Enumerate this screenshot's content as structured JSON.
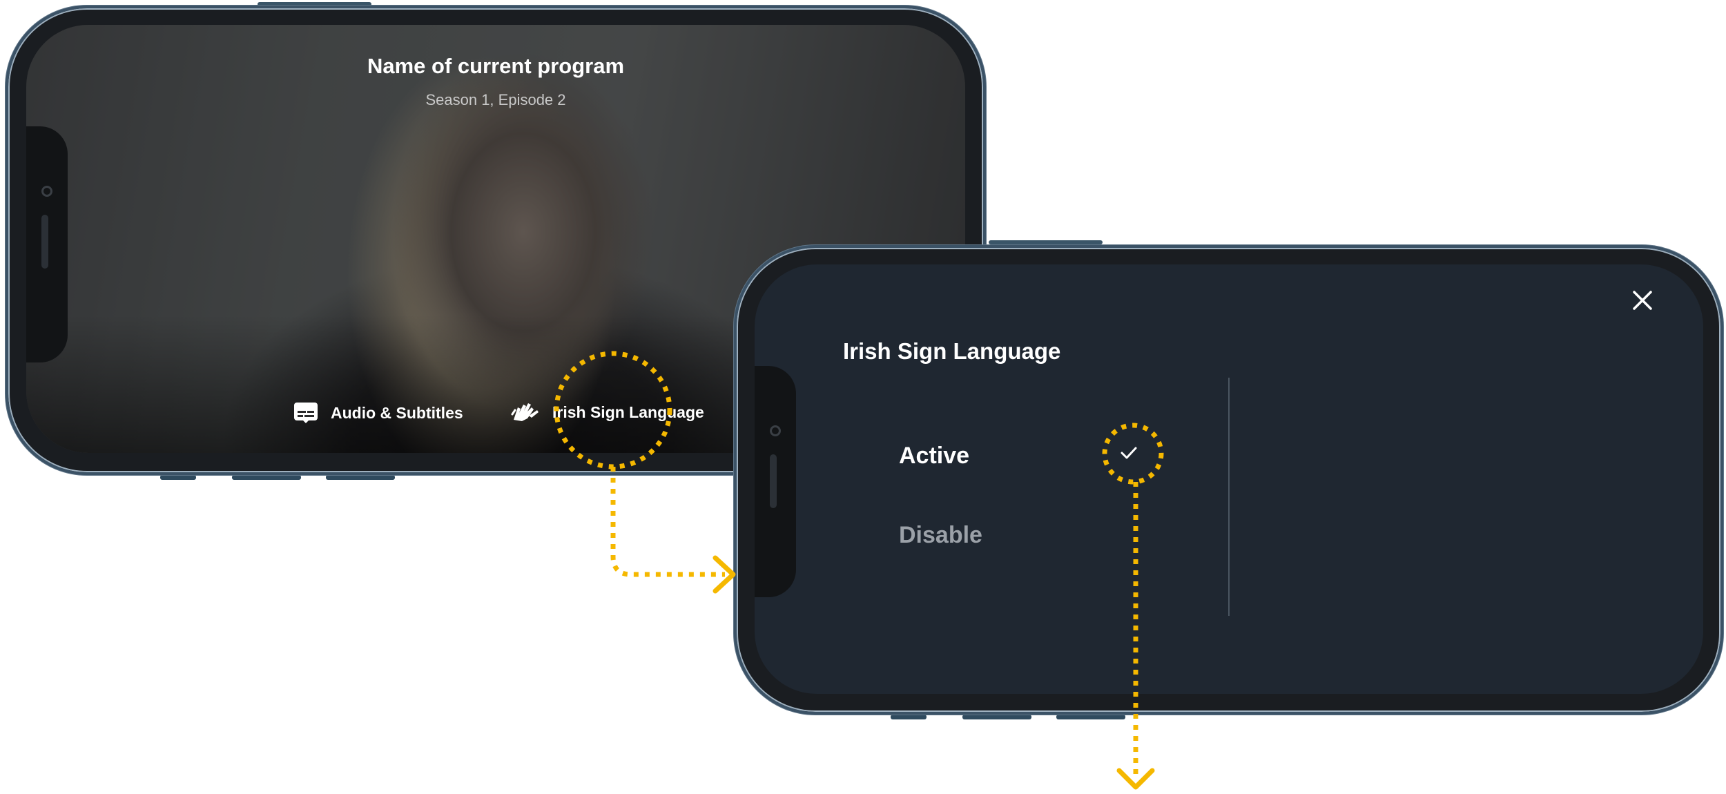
{
  "player": {
    "program_title": "Name of current program",
    "program_subtitle": "Season 1, Episode 2",
    "controls": {
      "audio_subtitles_label": "Audio & Subtitles",
      "sign_language_label": "Irish Sign Language"
    }
  },
  "sign_language_panel": {
    "title": "Irish Sign Language",
    "options": [
      {
        "label": "Active",
        "selected": true
      },
      {
        "label": "Disable",
        "selected": false
      }
    ]
  },
  "colors": {
    "highlight": "#f5b800",
    "panel_background": "#1f2731",
    "inactive_text": "#9ba1a8"
  },
  "icons": {
    "subtitles": "subtitles-icon",
    "sign_language": "sign-language-icon",
    "close": "close-icon",
    "check": "check-icon"
  }
}
